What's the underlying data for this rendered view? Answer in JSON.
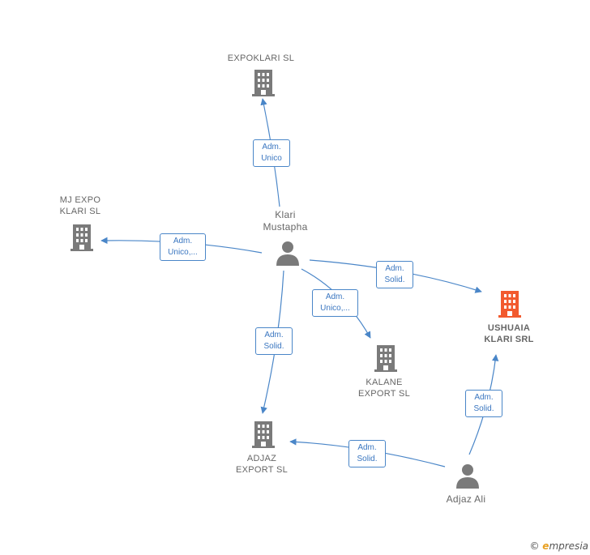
{
  "colors": {
    "company": "#7a7a7a",
    "highlight": "#f25a2e",
    "person": "#7a7a7a",
    "edge": "#4a86c8",
    "edge_text": "#3a76c0"
  },
  "nodes": {
    "expoklari": {
      "label": "EXPOKLARI  SL",
      "icon": "building-icon"
    },
    "mjexpo": {
      "label": "MJ EXPO\nKLARI  SL",
      "icon": "building-icon"
    },
    "klari": {
      "label": "Klari\nMustapha",
      "icon": "person-icon"
    },
    "ushuaia": {
      "label": "USHUAIA\nKLARI SRL",
      "icon": "building-icon"
    },
    "kalane": {
      "label": "KALANE\nEXPORT  SL",
      "icon": "building-icon"
    },
    "adjazexport": {
      "label": "ADJAZ\nEXPORT  SL",
      "icon": "building-icon"
    },
    "adjazali": {
      "label": "Adjaz Ali",
      "icon": "person-icon"
    }
  },
  "edges": {
    "klari_expoklari": "Adm.\nUnico",
    "klari_mjexpo": "Adm.\nUnico,...",
    "klari_ushuaia": "Adm.\nSolid.",
    "klari_kalane": "Adm.\nUnico,...",
    "klari_adjazexport": "Adm.\nSolid.",
    "adjazali_ushuaia": "Adm.\nSolid.",
    "adjazali_adjazexport": "Adm.\nSolid."
  },
  "footer": {
    "copyright": "©",
    "brand_e": "e",
    "brand_rest": "mpresia"
  }
}
